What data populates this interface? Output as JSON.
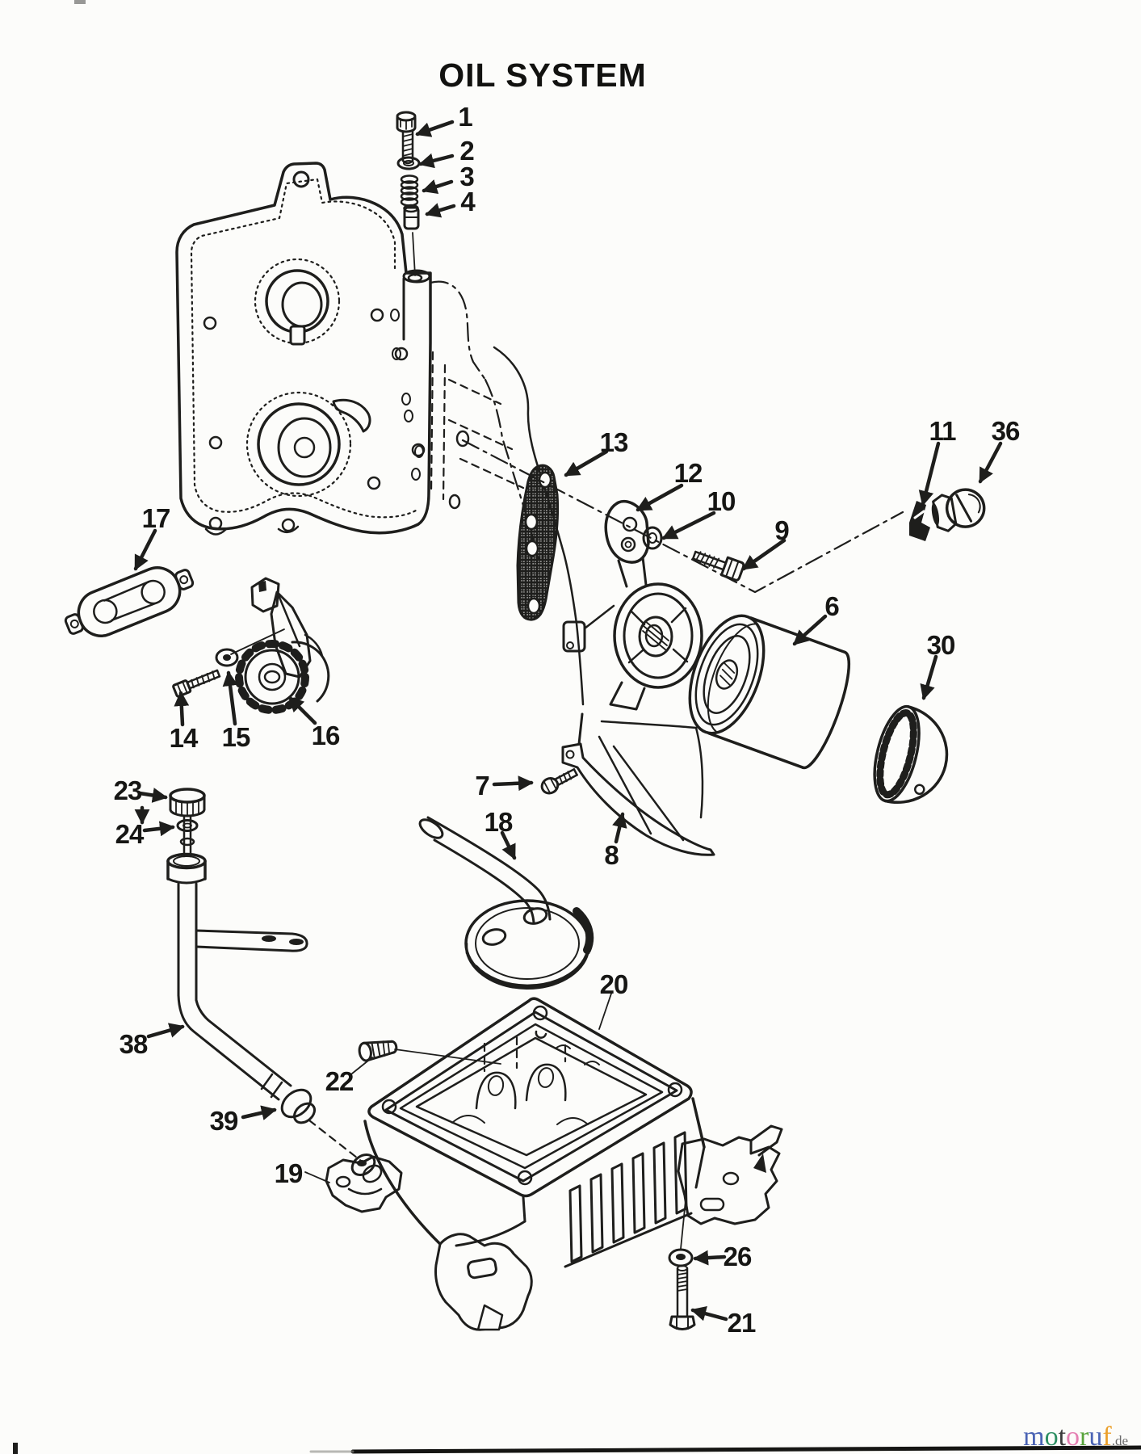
{
  "page": {
    "title": "OIL SYSTEM",
    "background": "#fcfcfa",
    "ink": "#1e1e1c"
  },
  "diagram": {
    "type": "exploded-parts-diagram",
    "subject": "engine oil system"
  },
  "callouts": {
    "labels": [
      "1",
      "2",
      "3",
      "4",
      "6",
      "7",
      "8",
      "9",
      "10",
      "11",
      "12",
      "13",
      "14",
      "15",
      "16",
      "17",
      "18",
      "19",
      "20",
      "21",
      "22",
      "23",
      "24",
      "26",
      "30",
      "36",
      "38",
      "39"
    ]
  },
  "watermark": {
    "letters": [
      {
        "ch": "m",
        "color": "#4a63b4"
      },
      {
        "ch": "o",
        "color": "#2e8f63"
      },
      {
        "ch": "t",
        "color": "#3a3a3a"
      },
      {
        "ch": "o",
        "color": "#e57fb2"
      },
      {
        "ch": "r",
        "color": "#58a33c"
      },
      {
        "ch": "u",
        "color": "#4a63b4"
      },
      {
        "ch": "f",
        "color": "#eba02c"
      }
    ],
    "suffix": ".de",
    "suffix_color": "#6a6a6a"
  }
}
